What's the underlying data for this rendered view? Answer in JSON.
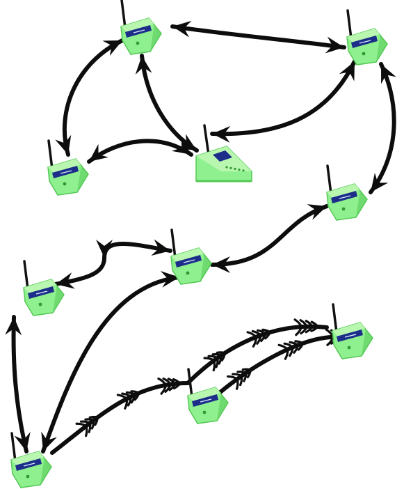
{
  "colors": {
    "node_body": "#8ef08e",
    "node_dark": "#55c955",
    "node_top": "#b9f7b1",
    "screen": "#1d2e8a",
    "screen_text": "#d8f0ff",
    "link": "#0d0d0d",
    "antenna": "#111111"
  },
  "diagram": {
    "nodes": [
      {
        "id": "n1",
        "kind": "sensor"
      },
      {
        "id": "n2",
        "kind": "sensor"
      },
      {
        "id": "n3",
        "kind": "sensor"
      },
      {
        "id": "gw",
        "kind": "gateway"
      },
      {
        "id": "n4",
        "kind": "sensor"
      },
      {
        "id": "n5",
        "kind": "sensor"
      },
      {
        "id": "n6",
        "kind": "sensor"
      },
      {
        "id": "n7",
        "kind": "sensor"
      },
      {
        "id": "n8",
        "kind": "sensor"
      },
      {
        "id": "n9",
        "kind": "sensor"
      },
      {
        "id": "n10",
        "kind": "sensor"
      }
    ],
    "links": [
      {
        "from": "n1",
        "to": "n2",
        "style": "arrow",
        "directions": "both"
      },
      {
        "from": "n1",
        "to": "n3",
        "style": "arrow",
        "directions": "both"
      },
      {
        "from": "n1",
        "to": "gw",
        "style": "arrow",
        "directions": "both"
      },
      {
        "from": "n3",
        "to": "gw",
        "style": "arrow",
        "directions": "both"
      },
      {
        "from": "n2",
        "to": "gw",
        "style": "arrow",
        "directions": "both"
      },
      {
        "from": "n2",
        "to": "n4",
        "style": "arrow",
        "directions": "both"
      },
      {
        "from": "n4",
        "to": "n5",
        "style": "arrow",
        "directions": "both"
      },
      {
        "from": "n5",
        "to": "n6",
        "style": "arrow",
        "directions": "both"
      },
      {
        "from": "n6",
        "to": "n7",
        "style": "arrow",
        "directions": "both"
      },
      {
        "from": "n7",
        "to": "n5",
        "style": "arrow",
        "directions": "both"
      },
      {
        "from": "n7",
        "to": "n8",
        "style": "fishbone",
        "directions": "none"
      },
      {
        "from": "n8",
        "to": "n9",
        "style": "fishbone",
        "directions": "none"
      },
      {
        "from": "n8",
        "to": "n10",
        "style": "fishbone",
        "directions": "none"
      }
    ]
  }
}
